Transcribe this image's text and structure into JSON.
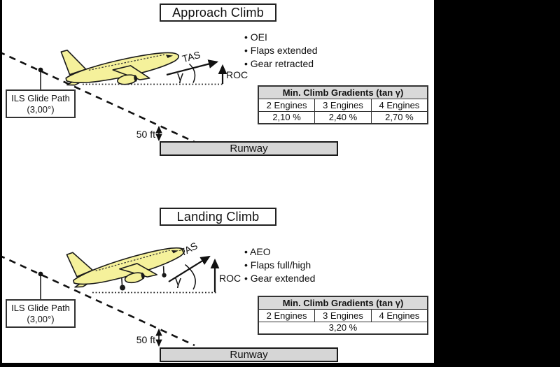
{
  "colors": {
    "page_bg": "#000000",
    "canvas_bg": "#ffffff",
    "plane_fill": "#f5f19b",
    "runway_fill": "#d6d6d6",
    "table_header_fill": "#d9d9d9"
  },
  "panels": [
    {
      "title": "Approach Climb",
      "bullets": [
        "OEI",
        "Flaps extended",
        "Gear retracted"
      ],
      "vector_labels": {
        "tas": "TAS",
        "roc": "ROC",
        "gamma": "γ"
      },
      "ils_label_line1": "ILS Glide Path",
      "ils_label_line2": "(3,00°)",
      "height_label": "50 ft",
      "runway_label": "Runway",
      "table": {
        "title": "Min. Climb Gradients (tan γ)",
        "columns": [
          "2 Engines",
          "3 Engines",
          "4 Engines"
        ],
        "values": [
          "2,10 %",
          "2,40 %",
          "2,70 %"
        ]
      }
    },
    {
      "title": "Landing Climb",
      "bullets": [
        "AEO",
        "Flaps full/high",
        "Gear extended"
      ],
      "vector_labels": {
        "tas": "TAS",
        "roc": "ROC",
        "gamma": "γ"
      },
      "ils_label_line1": "ILS Glide Path",
      "ils_label_line2": "(3,00°)",
      "height_label": "50 ft",
      "runway_label": "Runway",
      "table": {
        "title": "Min. Climb Gradients (tan γ)",
        "columns": [
          "2 Engines",
          "3 Engines",
          "4 Engines"
        ],
        "values": [
          "3,20 %"
        ],
        "merged": true
      }
    }
  ]
}
